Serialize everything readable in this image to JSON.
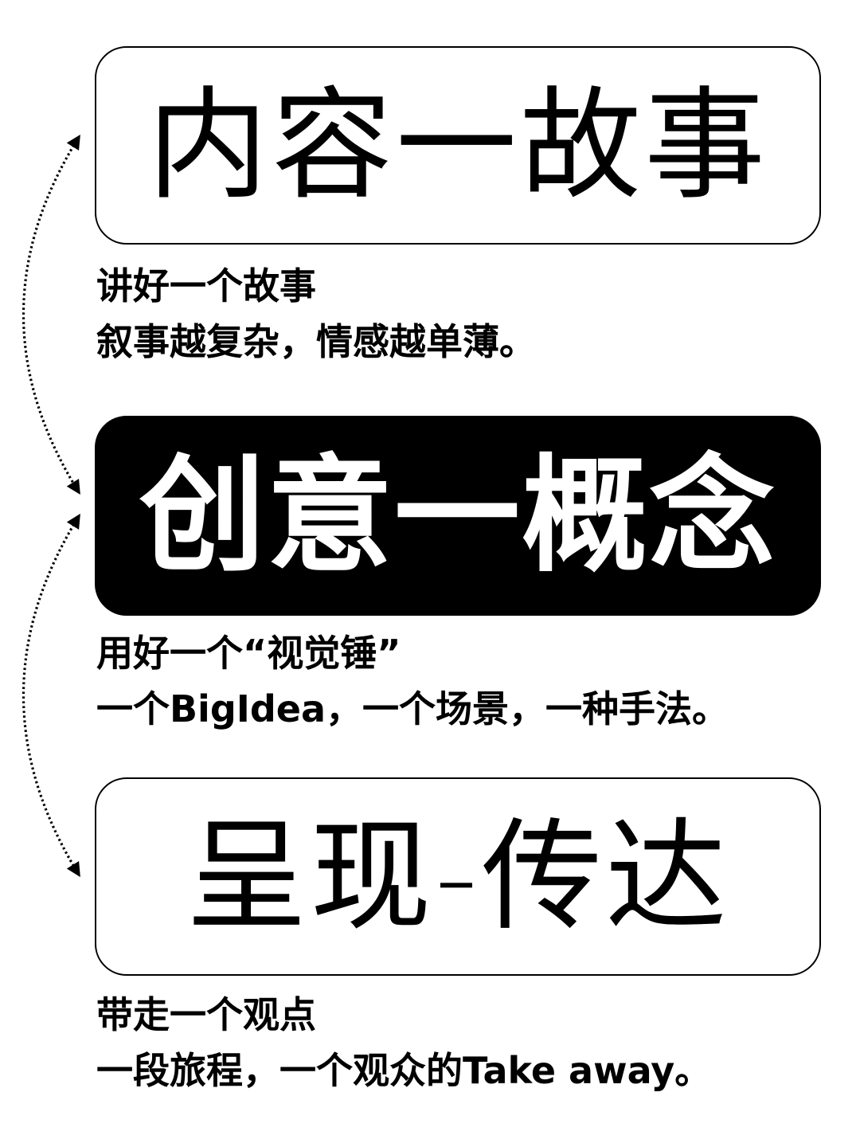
{
  "colors": {
    "background": "#ffffff",
    "ink": "#000000",
    "highlight_box": "#000000",
    "highlight_text": "#ffffff"
  },
  "sections": [
    {
      "title": "内容一故事",
      "style": "outline",
      "caption_heading": "讲好一个故事",
      "caption_body": "叙事越复杂，情感越单薄。"
    },
    {
      "title": "创意一概念",
      "style": "filled",
      "caption_heading": "用好一个“视觉锤”",
      "caption_body": "一个BigIdea，一个场景，一种手法。"
    },
    {
      "title": "呈现-传达",
      "style": "outline",
      "caption_heading": "带走一个观点",
      "caption_body": "一段旅程，一个观众的Take away。"
    }
  ],
  "connectors": [
    {
      "from": "sections.0",
      "to": "sections.1",
      "style": "dotted",
      "direction": "bidirectional",
      "icon": "double-arrow-arc-icon"
    },
    {
      "from": "sections.1",
      "to": "sections.2",
      "style": "dotted",
      "direction": "bidirectional",
      "icon": "double-arrow-arc-icon"
    }
  ]
}
